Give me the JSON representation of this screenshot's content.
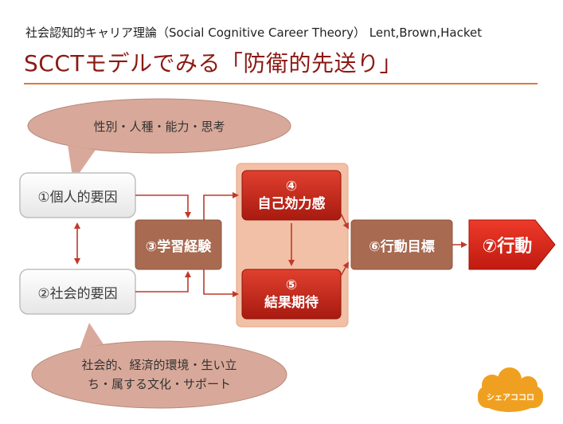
{
  "header": {
    "subtitle": "社会認知的キャリア理論（Social Cognitive Career Theory） Lent,Brown,Hacket",
    "title": "SCCTモデルでみる「防衛的先送り」"
  },
  "bubbles": {
    "top": "性別・人種・能力・思考",
    "bottom_line1": "社会的、経済的環境・生い立",
    "bottom_line2": "ち・属する文化・サポート"
  },
  "nodes": {
    "personal": "①個人的要因",
    "social": "②社会的要因",
    "learning": "③学習経験",
    "efficacy_num": "④",
    "efficacy": "自己効力感",
    "outcome_num": "⑤",
    "outcome": "結果期待",
    "goal": "⑥行動目標",
    "action": "⑦行動"
  },
  "logo": {
    "text": "シェア",
    "text2": "ココロ"
  },
  "colors": {
    "title": "#8b1a14",
    "rule": "#e07a3c",
    "arrow": "#c0392b",
    "box_border": "#bfbfbf",
    "learning_fill": "#a86a50",
    "red_fill": "#c0281c",
    "group_fill": "#f2c0a6",
    "bubble_fill": "#d8a99a",
    "logo": "#f0a020"
  }
}
